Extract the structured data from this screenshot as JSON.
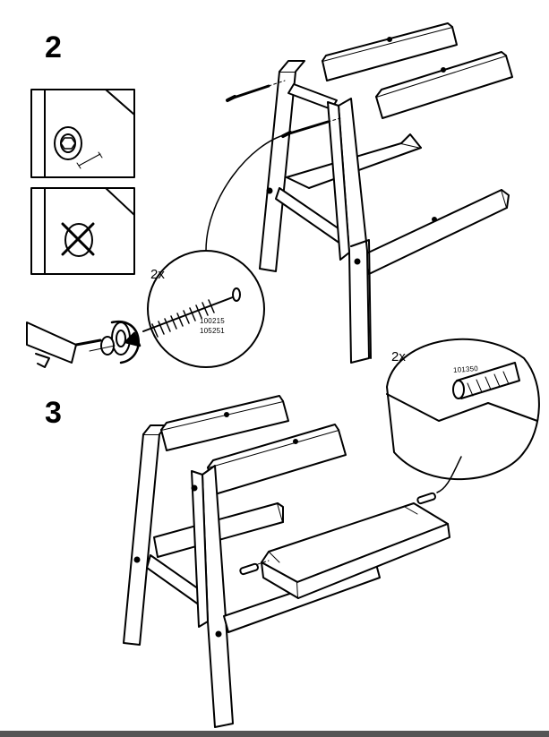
{
  "steps": [
    {
      "number": "2",
      "quantity": "2x",
      "part_numbers": [
        "100215",
        "105251"
      ]
    },
    {
      "number": "3",
      "quantity": "2x",
      "part_numbers": [
        "101350"
      ]
    }
  ],
  "icons": {
    "ok_panel": "hex-bolt-ok-icon",
    "wrong_panel": "wrong-cross-icon",
    "rotate": "rotate-arrow-icon"
  }
}
